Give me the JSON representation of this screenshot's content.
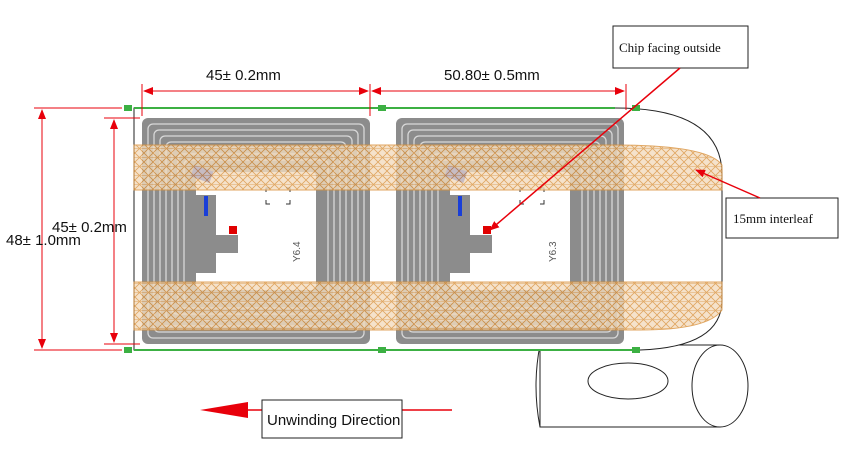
{
  "dimensions": {
    "inlay_width": "45± 0.2mm",
    "pitch": "50.80± 0.5mm",
    "inlay_height": "45± 0.2mm",
    "web_width": "48± 1.0mm"
  },
  "callouts": {
    "chip": "Chip facing outside",
    "interleaf": "15mm interleaf"
  },
  "direction_label": "Unwinding Direction",
  "inlays": [
    {
      "version": "Y6.4"
    },
    {
      "version": "Y6.3"
    }
  ],
  "colors": {
    "dimension_line": "#e8000b",
    "antenna": "#8c8c8c",
    "interleaf": "#d9903a",
    "web_edge": "#3cb043",
    "chip": "#e00000",
    "bridge": "#1a3fd8"
  }
}
